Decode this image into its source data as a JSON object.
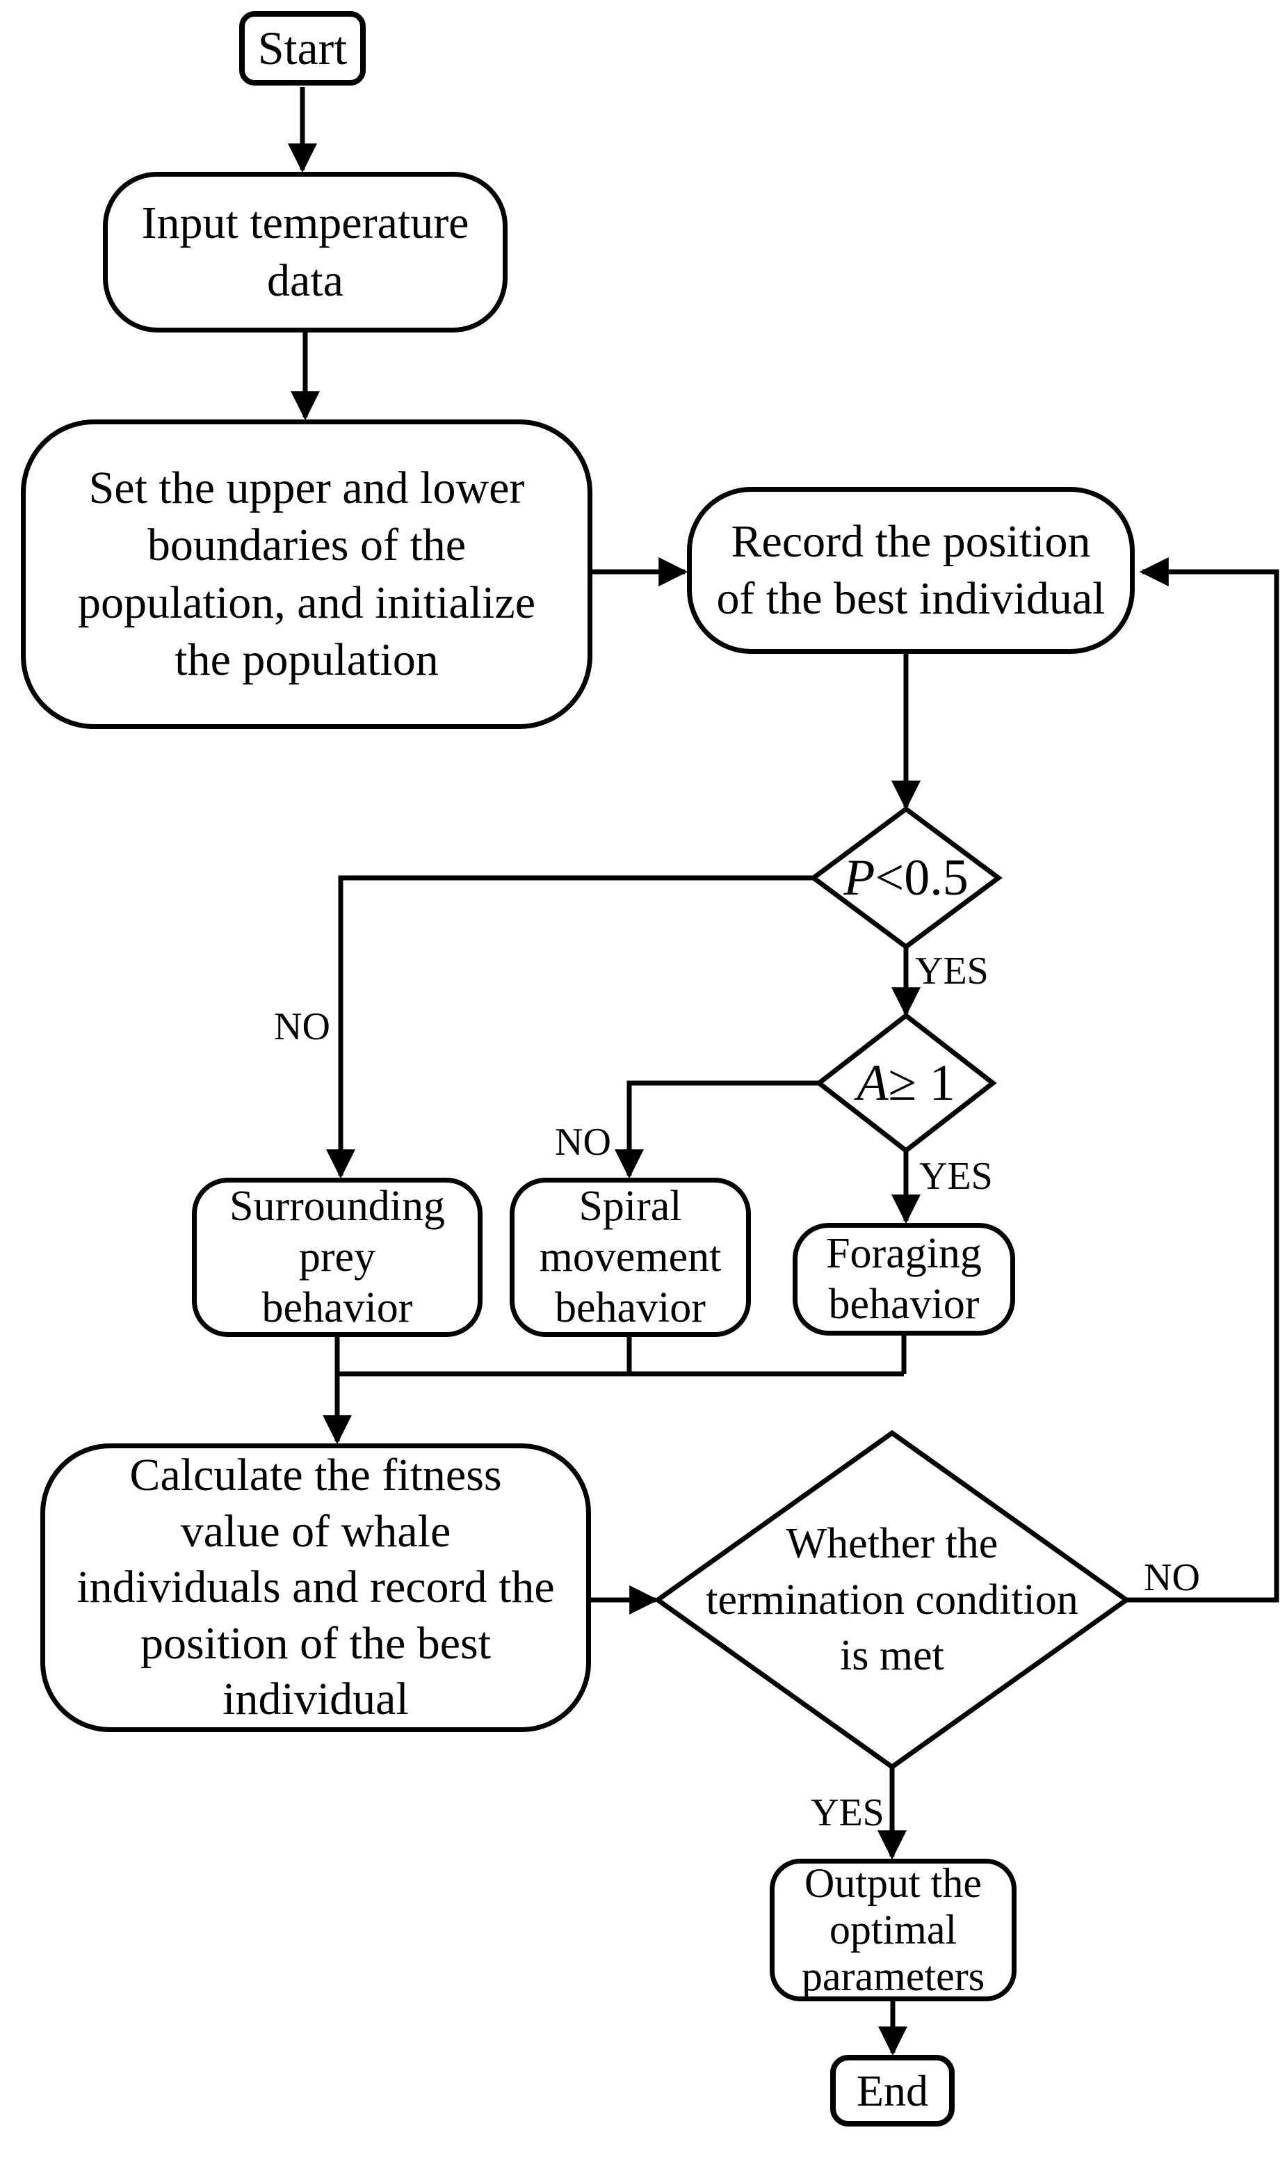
{
  "figure": {
    "type": "flowchart",
    "background_color": "#ffffff",
    "line_color": "#000000",
    "text_color": "#000000"
  },
  "nodes": {
    "start": {
      "shape": "rounded-rect",
      "label": "Start"
    },
    "input": {
      "shape": "rounded-rect",
      "lines": [
        "Input temperature",
        "data"
      ]
    },
    "init": {
      "shape": "rounded-rect",
      "lines": [
        "Set the upper and lower",
        "boundaries of the",
        "population, and initialize",
        "the population"
      ]
    },
    "record": {
      "shape": "rounded-rect",
      "lines": [
        "Record the position",
        "of the best individual"
      ]
    },
    "p_decision": {
      "shape": "diamond",
      "variable": "P",
      "operator_value": "<0.5"
    },
    "a_decision": {
      "shape": "diamond",
      "variable": "A",
      "operator_value": "≥ 1"
    },
    "surrounding": {
      "shape": "rounded-rect",
      "lines": [
        "Surrounding",
        "prey",
        "behavior"
      ]
    },
    "spiral": {
      "shape": "rounded-rect",
      "lines": [
        "Spiral",
        "movement",
        "behavior"
      ]
    },
    "foraging": {
      "shape": "rounded-rect",
      "lines": [
        "Foraging",
        "behavior"
      ]
    },
    "calculate": {
      "shape": "rounded-rect",
      "lines": [
        "Calculate the fitness",
        "value of whale",
        "individuals and record the",
        "position of the best",
        "individual"
      ]
    },
    "termination": {
      "shape": "diamond",
      "lines": [
        "Whether the",
        "termination condition",
        "is met"
      ]
    },
    "output": {
      "shape": "rounded-rect",
      "lines": [
        "Output the",
        "optimal",
        "parameters"
      ]
    },
    "end": {
      "shape": "rounded-rect",
      "label": "End"
    }
  },
  "edge_labels": {
    "p_no": "NO",
    "p_yes": "YES",
    "a_no": "NO",
    "a_yes": "YES",
    "termination_no": "NO",
    "termination_yes": "YES"
  }
}
